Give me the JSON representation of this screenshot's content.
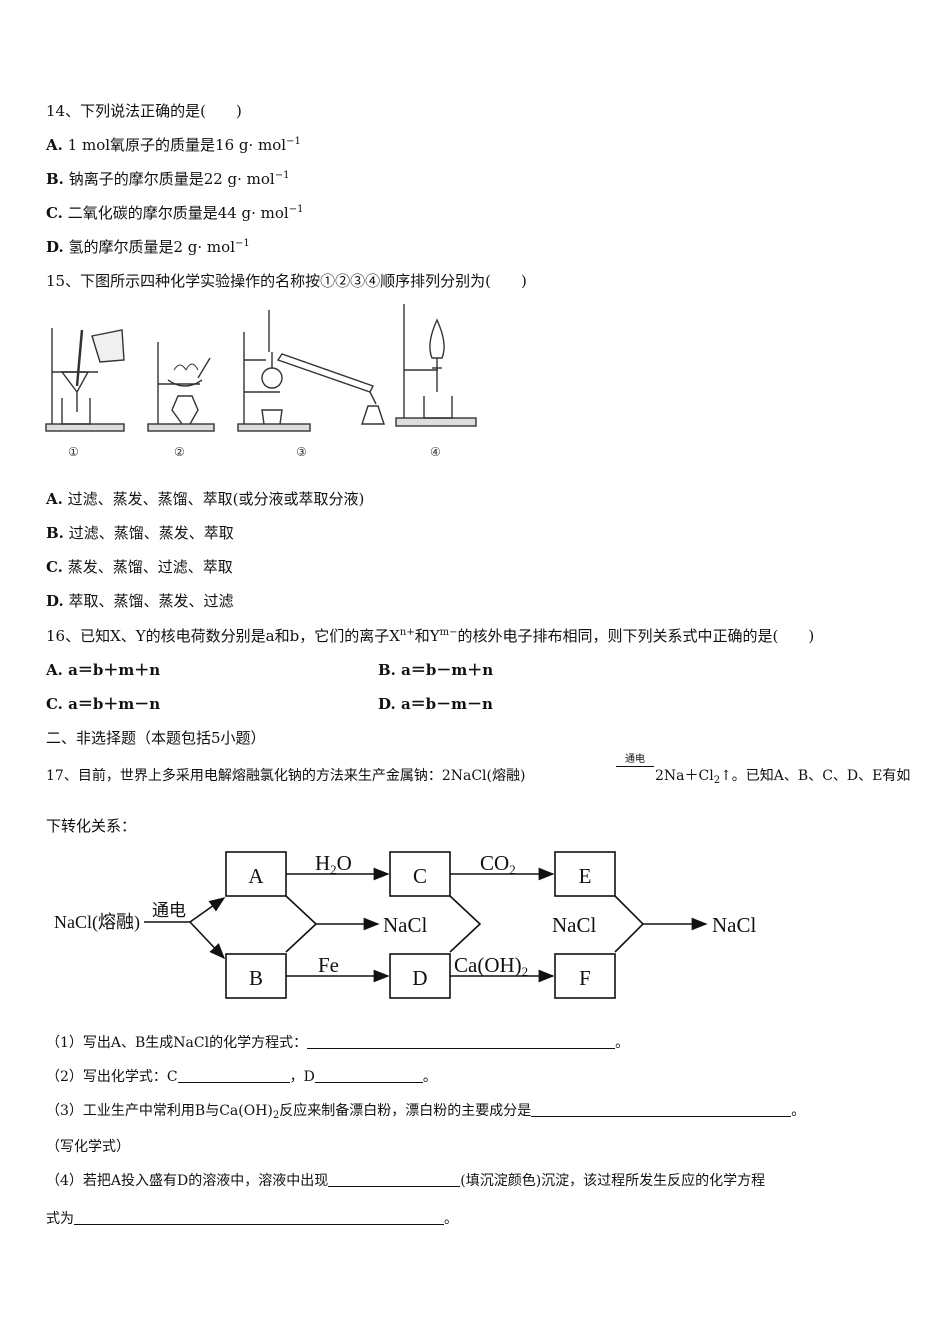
{
  "q14": {
    "stem": "14、下列说法正确的是(　　)",
    "a_label": "A.",
    "a": "1 mol氧原子的质量是16 g· mol",
    "b_label": "B.",
    "b": "钠离子的摩尔质量是22 g· mol",
    "c_label": "C.",
    "c": "二氧化碳的摩尔质量是44 g· mol",
    "d_label": "D.",
    "d": "氢的摩尔质量是2 g· mol",
    "exp": "−1"
  },
  "q15": {
    "stem": "15、下图所示四种化学实验操作的名称按①②③④顺序排列分别为(　　)",
    "figure_labels": [
      "①",
      "②",
      "③",
      "④"
    ],
    "a_label": "A.",
    "a": "过滤、蒸发、蒸馏、萃取(或分液或萃取分液)",
    "b_label": "B.",
    "b": "过滤、蒸馏、蒸发、萃取",
    "c_label": "C.",
    "c": "蒸发、蒸馏、过滤、萃取",
    "d_label": "D.",
    "d": "萃取、蒸馏、蒸发、过滤"
  },
  "q16": {
    "stem_pre": "16、已知X、Y的核电荷数分别是a和b，它们的离子X",
    "x_sup": "n+",
    "stem_mid": "和Y",
    "y_sup": "m−",
    "stem_post": "的核外电子排布相同，则下列关系式中正确的是(　　)",
    "a_label": "A.",
    "a": "a＝b＋m＋n",
    "b_label": "B.",
    "b": "a＝b－m＋n",
    "c_label": "C.",
    "c": "a＝b＋m－n",
    "d_label": "D.",
    "d": "a＝b－m－n"
  },
  "section2": "二、非选择题（本题包括5小题）",
  "q17": {
    "stem1": "17、目前，世界上多采用电解熔融氯化钠的方法来生产金属钠：2NaCl(熔融)",
    "cond": "通电",
    "stem2": "2Na＋Cl",
    "stem2_sub": "2",
    "stem3": "↑。已知A、B、C、D、E有如",
    "stem4": "下转化关系：",
    "flow": {
      "start": "NaCl(熔融)",
      "cond": "通电",
      "A": "A",
      "B": "B",
      "C": "C",
      "D": "D",
      "E": "E",
      "F": "F",
      "h2o_main": "H",
      "h2o_sub": "2",
      "h2o_tail": "O",
      "co2_main": "CO",
      "co2_sub": "2",
      "fe": "Fe",
      "caoh_main": "Ca(OH)",
      "caoh_sub": "2",
      "nacl": "NaCl"
    },
    "p1": "（1）写出A、B生成NaCl的化学方程式：",
    "p2a": "（2）写出化学式：C",
    "p2b": "，D",
    "p3a": "（3）工业生产中常利用B与Ca(OH)",
    "p3sub": "2",
    "p3b": "反应来制备漂白粉，漂白粉的主要成分是",
    "p3c": "（写化学式）",
    "p4a": "（4）若把A投入盛有D的溶液中，溶液中出现",
    "p4b": "(填沉淀颜色)沉淀，该过程所发生反应的化学方程",
    "p4c": "式为",
    "period": "。",
    "comma": "，"
  }
}
